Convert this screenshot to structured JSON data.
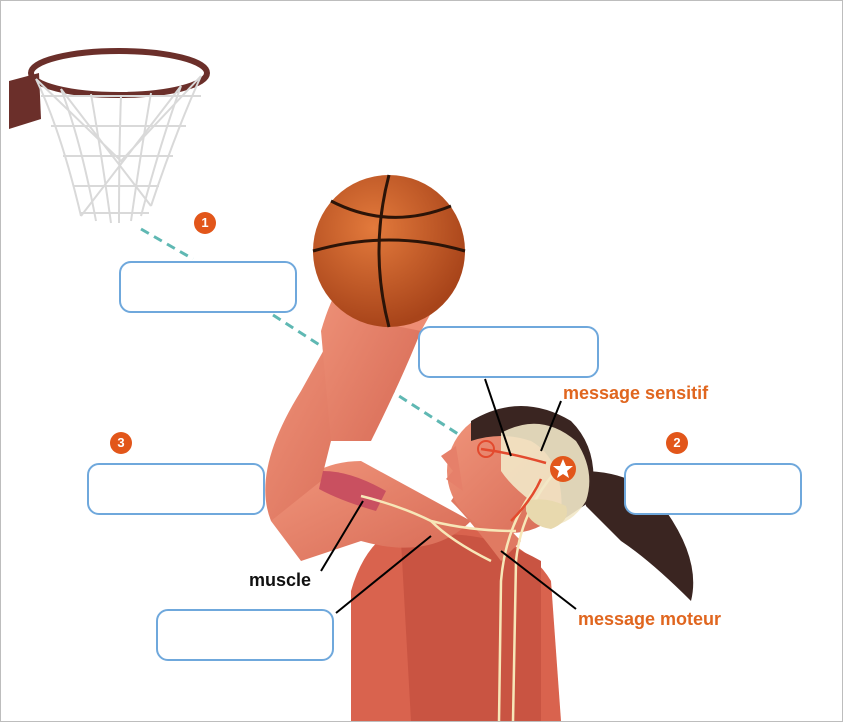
{
  "badges": {
    "one": "1",
    "two": "2",
    "three": "3"
  },
  "labels": {
    "sensory_message": "message sensitif",
    "motor_message": "message moteur",
    "muscle": "muscle"
  },
  "answer_boxes": {
    "box_1": "",
    "box_2": "",
    "box_3": "",
    "box_center": "",
    "box_bottom": ""
  },
  "colors": {
    "accent": "#e2561a",
    "label_orange": "#e0661f",
    "box_border": "#6fa8dc",
    "dashed_line": "#5fb8b3",
    "skin": "#e07a62",
    "ball": "#c85a24",
    "hoop": "#6b2f2a"
  },
  "icons": [
    "basketball-hoop-icon",
    "basketball-icon",
    "player-illustration",
    "brain-icon",
    "star-icon"
  ]
}
